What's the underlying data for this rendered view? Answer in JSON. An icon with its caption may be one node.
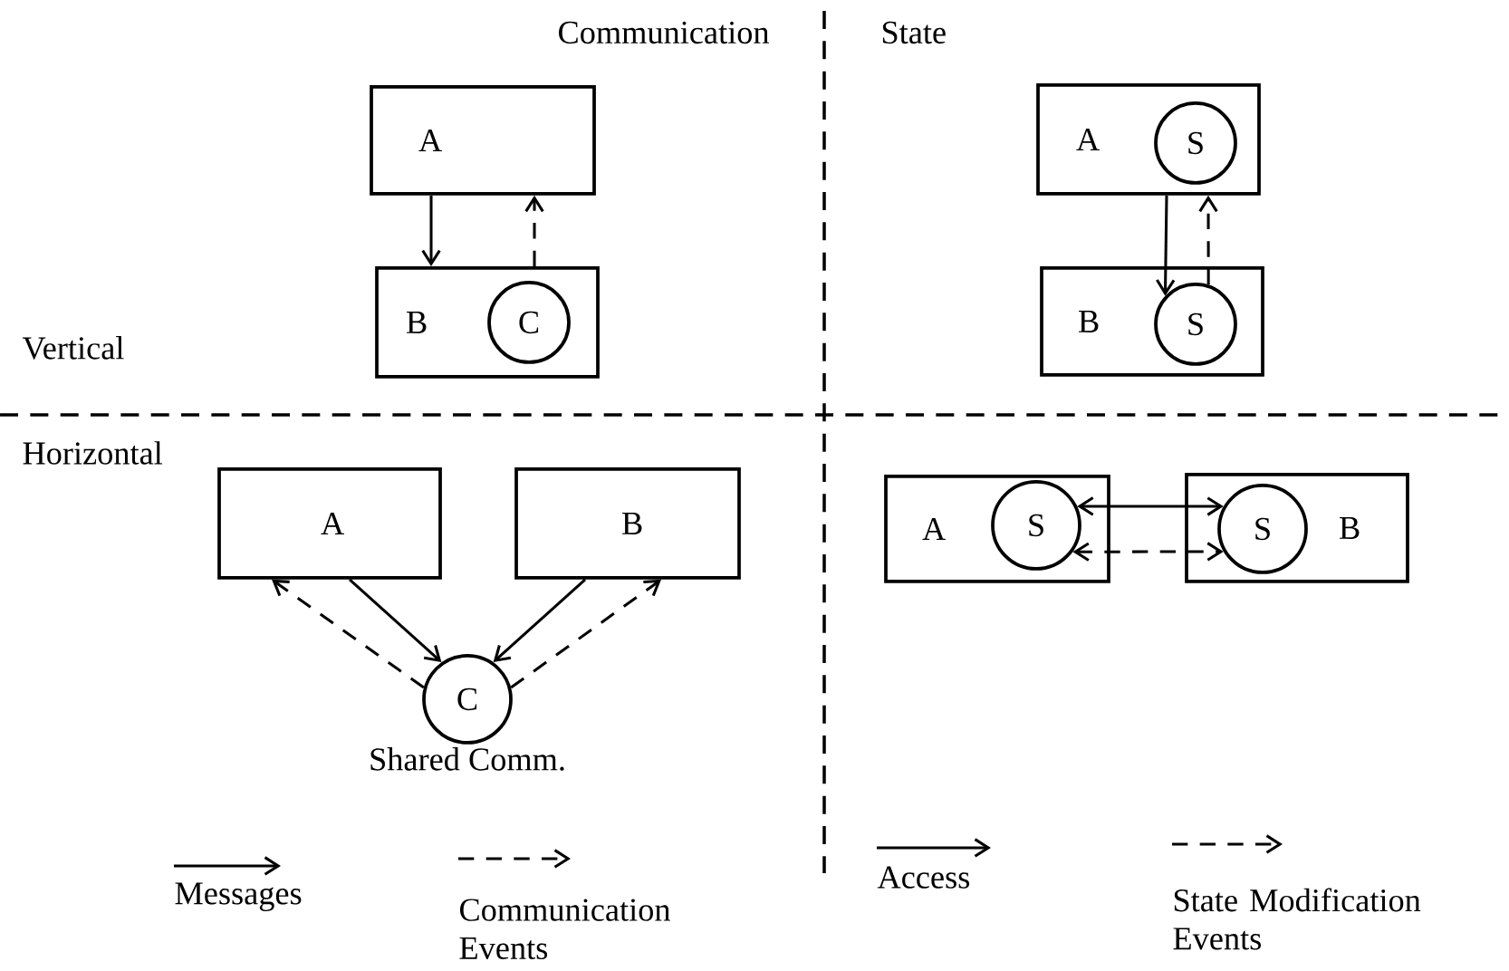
{
  "diagram": {
    "nodes": [
      {
        "text": [
          "A"
        ]
      },
      {
        "text": [
          "B"
        ]
      },
      {
        "text": [
          "C"
        ],
        "in": 1
      },
      {
        "text": [
          "A"
        ]
      },
      {
        "text": [
          "S"
        ],
        "in": 3
      },
      {
        "text": [
          "B"
        ]
      },
      {
        "text": [
          "S"
        ],
        "in": 5
      },
      {
        "text": [
          "A"
        ]
      },
      {
        "text": [
          "B"
        ]
      },
      {
        "text": [
          "C"
        ],
        "beside": [
          "Shared Comm."
        ]
      },
      {
        "text": [
          "A"
        ]
      },
      {
        "text": [
          "S"
        ],
        "in": 10
      },
      {
        "text": [
          "B"
        ]
      },
      {
        "text": [
          "S"
        ],
        "in": 12
      }
    ],
    "edges": [
      {
        "from": 0,
        "to": 1,
        "arrow": "to"
      },
      {
        "from": 1,
        "to": 0,
        "arrow": "to",
        "style": "dashed"
      },
      {
        "from": 3,
        "to": 6,
        "arrow": "to"
      },
      {
        "from": 6,
        "to": 3,
        "arrow": "to",
        "style": "dashed"
      },
      {
        "from": 7,
        "to": 9,
        "arrow": "to"
      },
      {
        "from": 8,
        "to": 9,
        "arrow": "to"
      },
      {
        "from": 9,
        "to": 7,
        "arrow": "to",
        "style": "dashed"
      },
      {
        "from": 9,
        "to": 8,
        "arrow": "to",
        "style": "dashed"
      },
      {
        "from": 11,
        "to": 13,
        "arrow": "both"
      },
      {
        "from": 11,
        "to": 13,
        "arrow": "both",
        "style": "dashed"
      }
    ],
    "labels": [
      "Communication",
      "State",
      "Vertical",
      "Horizontal"
    ],
    "legend": [
      {
        "text": "Messages"
      },
      {
        "text": "Communication Events"
      },
      {
        "text": "Access"
      },
      {
        "text": "State Modification Events"
      }
    ]
  }
}
